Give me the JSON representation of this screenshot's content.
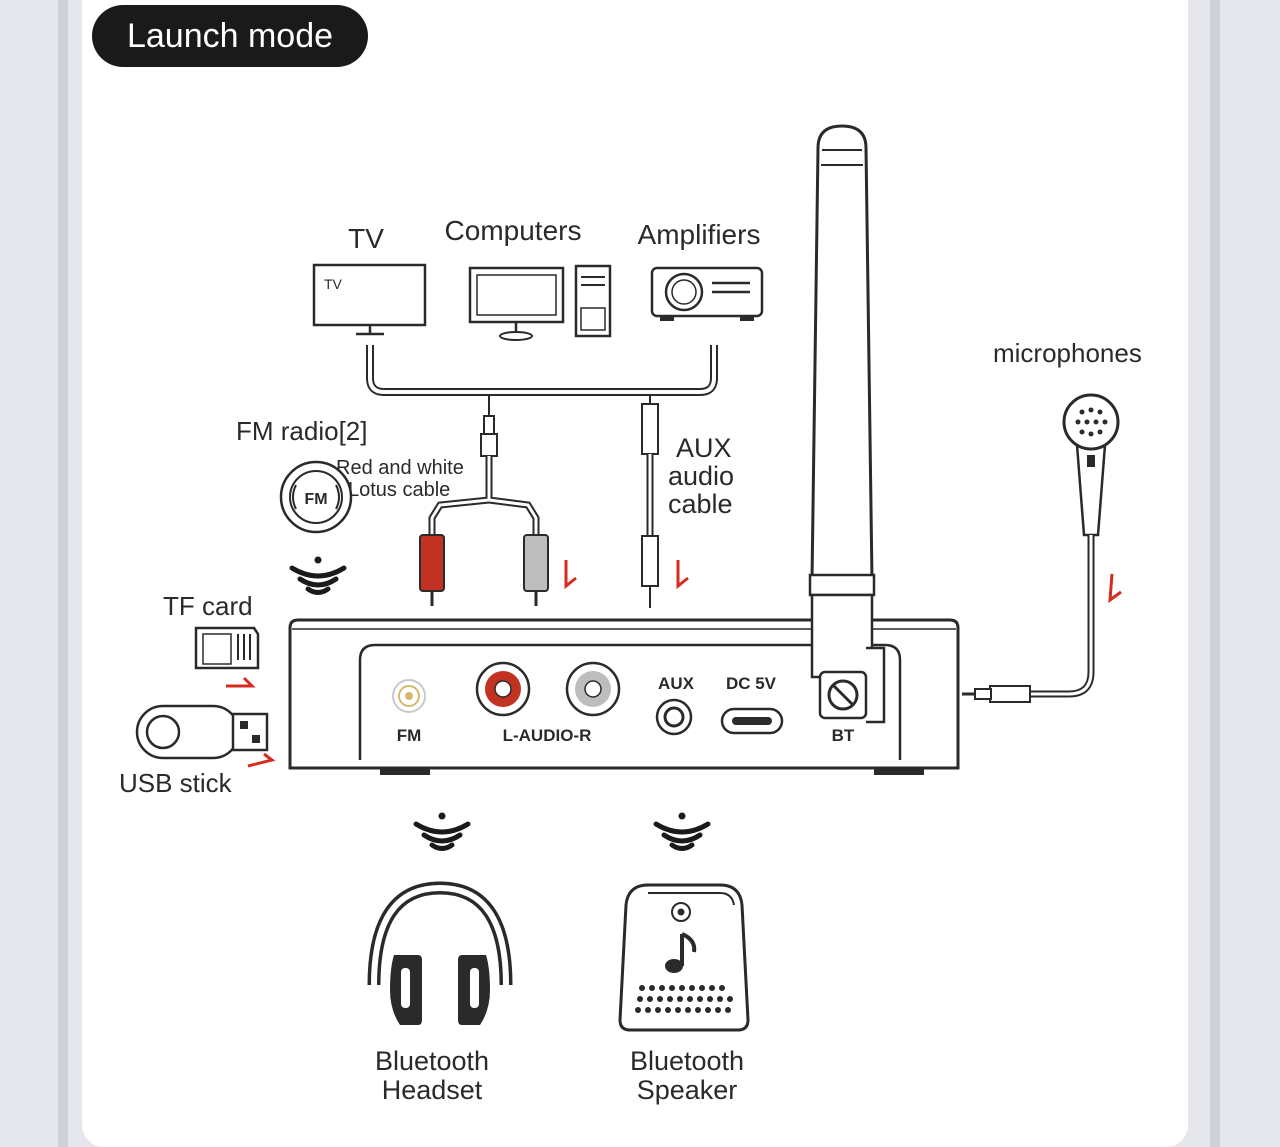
{
  "header": {
    "title": "Launch mode"
  },
  "sources": {
    "tv_label": "TV",
    "tv_screen_text": "TV",
    "computers_label": "Computers",
    "amplifiers_label": "Amplifiers"
  },
  "inputs": {
    "fm_radio_label": "FM radio[2]",
    "fm_badge_text": "FM",
    "lotus_cable_line1": "Red and white",
    "lotus_cable_line2": "Lotus cable",
    "aux_cable_line1": "AUX",
    "aux_cable_line2": "audio",
    "aux_cable_line3": "cable",
    "tf_card_label": "TF card",
    "usb_stick_label": "USB stick",
    "microphones_label": "microphones"
  },
  "device": {
    "port_fm": "FM",
    "port_audio": "L-AUDIO-R",
    "port_aux": "AUX",
    "port_dc": "DC 5V",
    "port_bt": "BT"
  },
  "outputs": {
    "headset_line1": "Bluetooth",
    "headset_line2": "Headset",
    "speaker_line1": "Bluetooth",
    "speaker_line2": "Speaker"
  },
  "colors": {
    "badge_bg": "#1a1a1a",
    "arrow_red": "#d62b1e",
    "rca_red": "#c23222",
    "rca_white": "#bdbdbd",
    "line": "#2a2a2a"
  }
}
